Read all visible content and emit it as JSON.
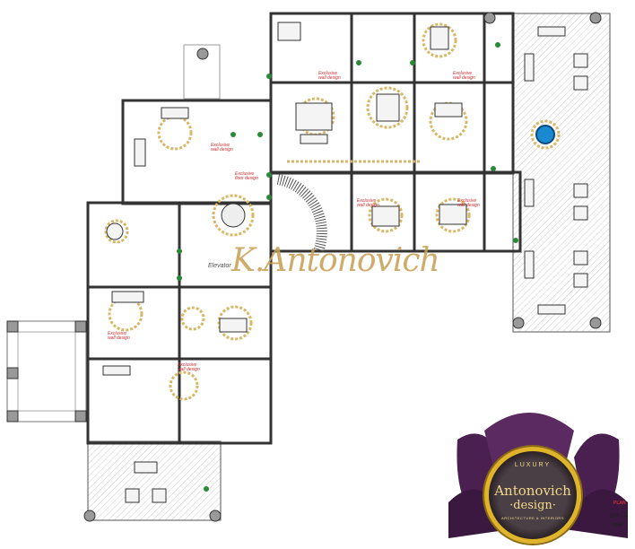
{
  "plan": {
    "watermark": "K.Antonovich",
    "elevator_label": "Elevator",
    "labels": [
      "Exclusive wall design",
      "Exclusive wall design",
      "Exclusive wall design",
      "Exclusive floor design",
      "Exclusive wall design",
      "Exclusive wall design",
      "Exclusive wall design",
      "Exclusive wall design"
    ],
    "title_block": {
      "line1": "PLAN",
      "line2": "OP - 4",
      "line3": "me"
    }
  },
  "logo": {
    "top": "LUXURY",
    "name": "Antonovich",
    "sub": "·design·",
    "tagline": "ARCHITECTURE & INTERIORS"
  },
  "colors": {
    "wall": "#333333",
    "ornament": "#d8b868",
    "red": "#d03030",
    "plant": "#2a8a3a",
    "logo_gold": "#e0b42a",
    "logo_purple": "#4a2050"
  }
}
